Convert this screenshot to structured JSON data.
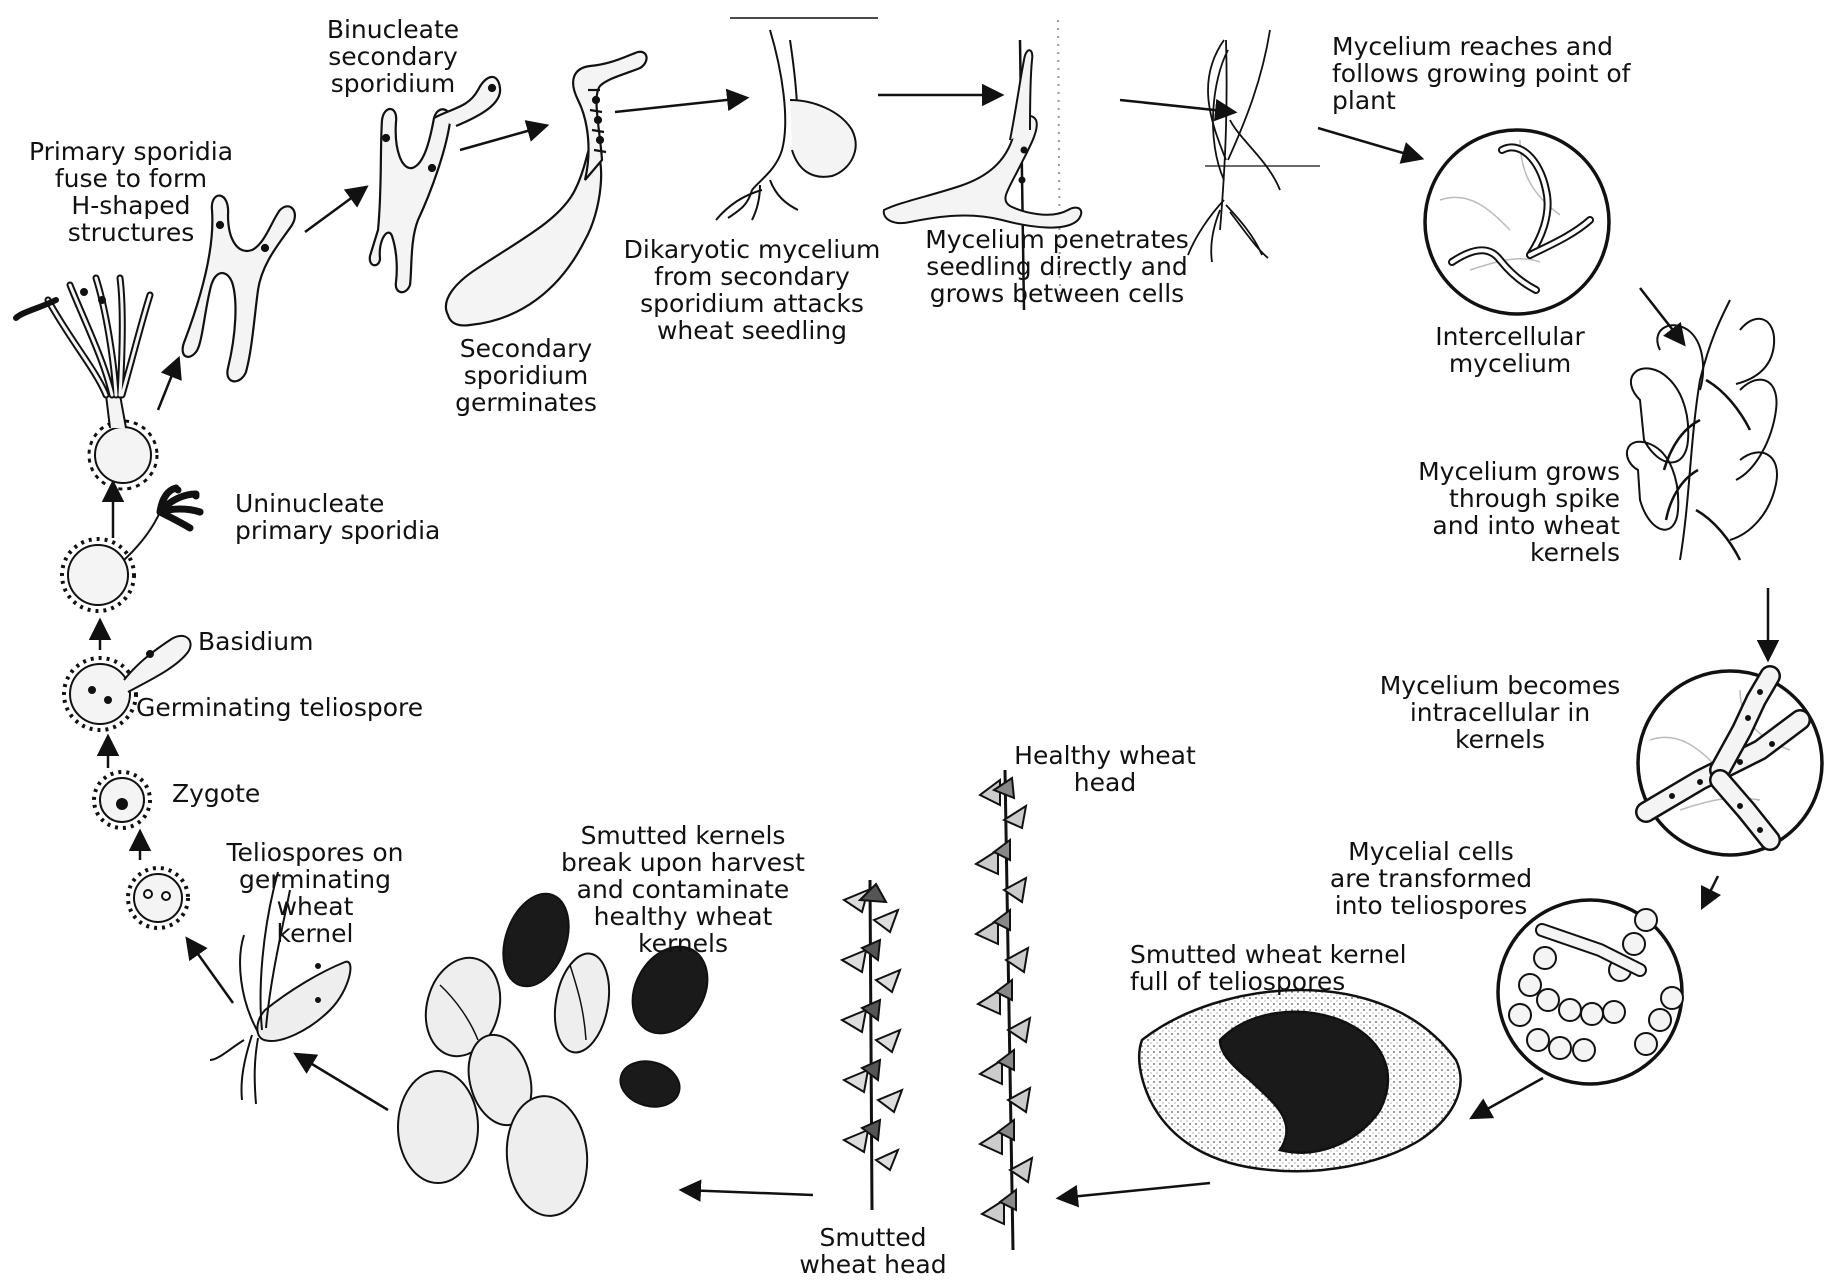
{
  "labels": {
    "binucleate_secondary_sporidium": "Binucleate\nsecondary\nsporidium",
    "primary_sporidia_fuse": "Primary sporidia\nfuse to form\nH-shaped\nstructures",
    "secondary_sporidium_germinates": "Secondary\nsporidium\ngerminates",
    "dikaryotic_mycelium_attacks": "Dikaryotic mycelium\nfrom secondary\nsporidium attacks\nwheat seedling",
    "mycelium_penetrates": "Mycelium penetrates\nseedling directly and\ngrows between cells",
    "mycelium_reaches_growing_point": "Mycelium reaches and\nfollows growing point of\nplant",
    "intercellular_mycelium": "Intercellular\nmycelium",
    "mycelium_grows_through_spike": "Mycelium grows\nthrough spike\nand into wheat\nkernels",
    "mycelium_becomes_intracellular": "Mycelium becomes\nintracellular in\nkernels",
    "mycelial_cells_transformed": "Mycelial cells\nare transformed\ninto teliospores",
    "smutted_kernel_full": "Smutted wheat kernel\nfull of teliospores",
    "healthy_wheat_head": "Healthy wheat\nhead",
    "smutted_wheat_head": "Smutted\nwheat head",
    "smutted_kernels_break": "Smutted kernels\nbreak upon harvest\nand contaminate\nhealthy wheat\nkernels",
    "teliospores_on_kernel": "Teliospores on\ngerminating\nwheat\nkernel",
    "zygote": "Zygote",
    "germinating_teliospore": "Germinating teliospore",
    "basidium": "Basidium",
    "uninucleate_primary_sporidia": "Uninucleate\nprimary sporidia"
  },
  "colors": {
    "ink": "#111111",
    "paper": "#ffffff",
    "cell_fill": "#f4f4f4",
    "kernel_light": "#eeeeee",
    "smut_dark": "#1a1a1a"
  }
}
